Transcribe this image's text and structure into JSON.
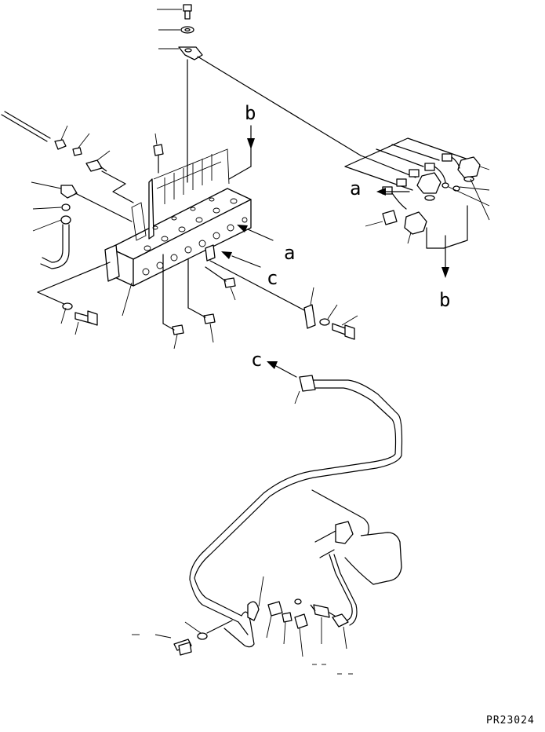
{
  "drawing": {
    "figure_code": "PR23024",
    "view_labels": {
      "a": "a",
      "b": "b",
      "c": "c"
    }
  }
}
